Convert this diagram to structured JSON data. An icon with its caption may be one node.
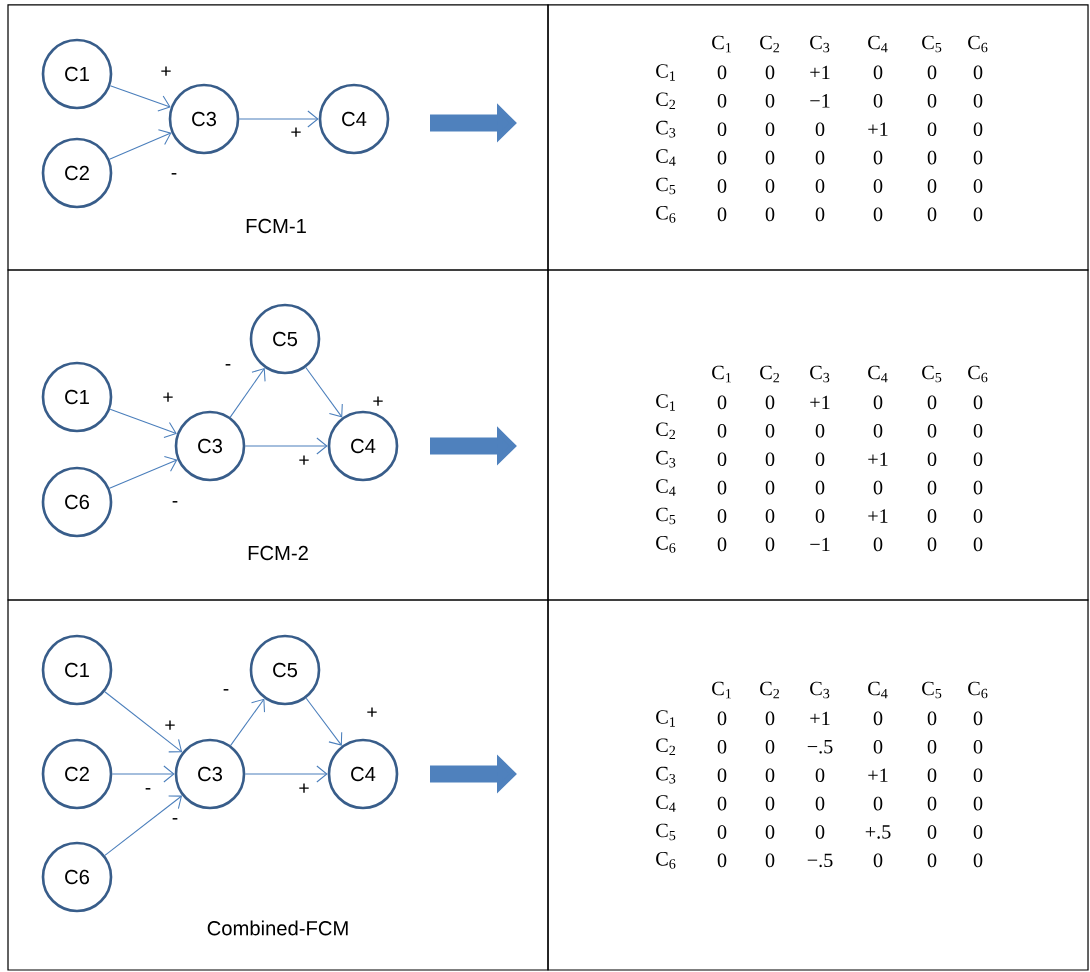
{
  "diagram": {
    "nodes": [
      {
        "text": [
          "FCM-1"
        ]
      },
      {
        "text": [
          "C1"
        ],
        "in": 0
      },
      {
        "text": [
          "C2"
        ],
        "in": 0
      },
      {
        "text": [
          "C3"
        ],
        "in": 0
      },
      {
        "text": [
          "C4"
        ],
        "in": 0
      },
      {
        "text": [
          "C$_{1}$",
          "C$_{2}$",
          "C$_{3}$",
          "C$_{4}$",
          "C$_{5}$",
          "C$_{6}$",
          "C$_{1}$",
          "0",
          "0",
          "+1",
          "0",
          "0",
          "0",
          "C$_{2}$",
          "0",
          "0",
          "−1",
          "0",
          "0",
          "0",
          "C$_{3}$",
          "0",
          "0",
          "0",
          "+1",
          "0",
          "0",
          "C$_{4}$",
          "0",
          "0",
          "0",
          "0",
          "0",
          "0",
          "C$_{5}$",
          "0",
          "0",
          "0",
          "0",
          "0",
          "0",
          "C$_{6}$",
          "0",
          "0",
          "0",
          "0",
          "0",
          "0"
        ]
      },
      {
        "text": [
          "FCM-2"
        ]
      },
      {
        "text": [
          "C1"
        ],
        "in": 6
      },
      {
        "text": [
          "C6"
        ],
        "in": 6
      },
      {
        "text": [
          "C3"
        ],
        "in": 6
      },
      {
        "text": [
          "C5"
        ],
        "in": 6
      },
      {
        "text": [
          "C4"
        ],
        "in": 6
      },
      {
        "text": [
          "C$_{1}$",
          "C$_{2}$",
          "C$_{3}$",
          "C$_{4}$",
          "C$_{5}$",
          "C$_{6}$",
          "C$_{1}$",
          "0",
          "0",
          "+1",
          "0",
          "0",
          "0",
          "C$_{2}$",
          "0",
          "0",
          "0",
          "0",
          "0",
          "0",
          "C$_{3}$",
          "0",
          "0",
          "0",
          "+1",
          "0",
          "0",
          "C$_{4}$",
          "0",
          "0",
          "0",
          "0",
          "0",
          "0",
          "C$_{5}$",
          "0",
          "0",
          "0",
          "+1",
          "0",
          "0",
          "C$_{6}$",
          "0",
          "0",
          "−1",
          "0",
          "0",
          "0"
        ]
      },
      {
        "text": [
          "Combined-FCM"
        ]
      },
      {
        "text": [
          "C1"
        ],
        "in": 13
      },
      {
        "text": [
          "C2"
        ],
        "in": 13
      },
      {
        "text": [
          "C6"
        ],
        "in": 13
      },
      {
        "text": [
          "C3"
        ],
        "in": 13
      },
      {
        "text": [
          "C5"
        ],
        "in": 13
      },
      {
        "text": [
          "C4"
        ],
        "in": 13
      },
      {
        "text": [
          "C$_{1}$",
          "C$_{2}$",
          "C$_{3}$",
          "C$_{4}$",
          "C$_{5}$",
          "C$_{6}$",
          "C$_{1}$",
          "0",
          "0",
          "+1",
          "0",
          "0",
          "0",
          "C$_{2}$",
          "0",
          "0",
          "−.5",
          "0",
          "0",
          "0",
          "C$_{3}$",
          "0",
          "0",
          "0",
          "+1",
          "0",
          "0",
          "C$_{4}$",
          "0",
          "0",
          "0",
          "0",
          "0",
          "0",
          "C$_{5}$",
          "0",
          "0",
          "0",
          "+.5",
          "0",
          "0",
          "C$_{6}$",
          "0",
          "0",
          "−.5",
          "0",
          "0",
          "0"
        ]
      }
    ],
    "edges": [
      {
        "from": 1,
        "to": 3,
        "arrow": "to",
        "label": "+"
      },
      {
        "from": 2,
        "to": 3,
        "arrow": "to",
        "label": "-"
      },
      {
        "from": 3,
        "to": 4,
        "arrow": "to",
        "label": "+"
      },
      {
        "from": 7,
        "to": 9,
        "arrow": "to",
        "label": "+"
      },
      {
        "from": 8,
        "to": 9,
        "arrow": "to",
        "label": "-"
      },
      {
        "from": 9,
        "to": 10,
        "arrow": "to",
        "label": "-"
      },
      {
        "from": 10,
        "to": 11,
        "arrow": "to",
        "label": "+"
      },
      {
        "from": 9,
        "to": 11,
        "arrow": "to",
        "label": "+"
      },
      {
        "from": 14,
        "to": 17,
        "arrow": "to",
        "label": "+"
      },
      {
        "from": 15,
        "to": 17,
        "arrow": "to",
        "label": "-"
      },
      {
        "from": 16,
        "to": 17,
        "arrow": "to",
        "label": "-"
      },
      {
        "from": 17,
        "to": 18,
        "arrow": "to",
        "label": "-"
      },
      {
        "from": 18,
        "to": 19,
        "arrow": "to",
        "label": "+"
      },
      {
        "from": 17,
        "to": 19,
        "arrow": "to",
        "label": "+"
      }
    ]
  }
}
